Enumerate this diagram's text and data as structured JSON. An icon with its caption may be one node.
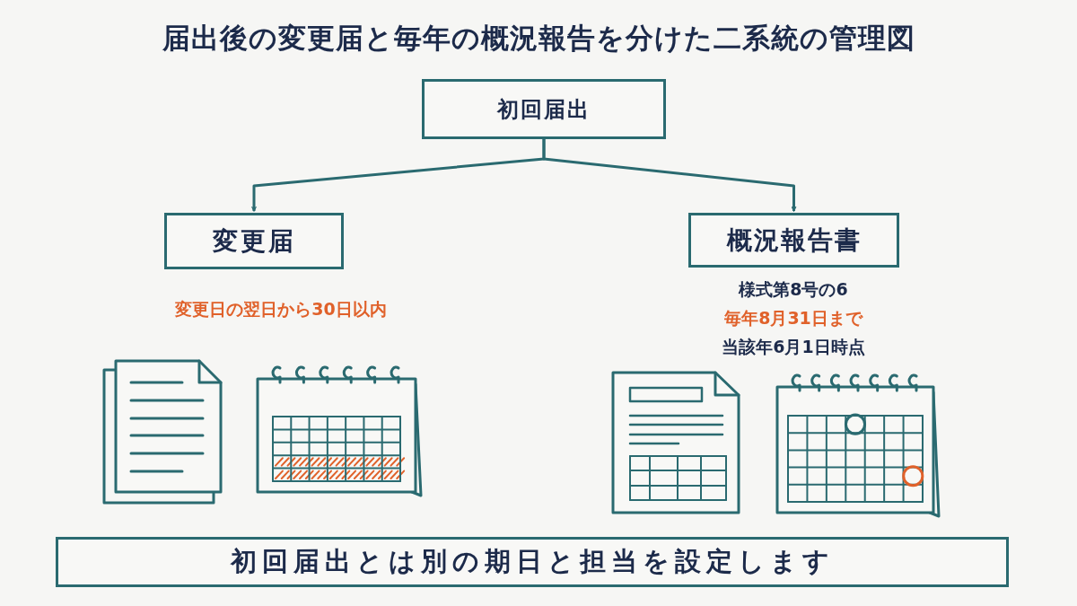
{
  "diagram": {
    "title": "届出後の変更届と毎年の概況報告を分けた二系統の管理図",
    "nodes": [
      {
        "text": [
          "初回届出"
        ]
      },
      {
        "text": [
          "変更届"
        ],
        "beside": [
          "変更日の翌日から30日以内"
        ]
      },
      {
        "text": [
          "概況報告書"
        ],
        "beside": [
          "様式第8号の6",
          "毎年8月31日まで",
          "当該年6月1日時点"
        ]
      },
      {
        "text": [
          "初回届出とは別の期日と担当を設定します"
        ]
      }
    ],
    "edges": [
      {
        "from": 0,
        "to": 1,
        "arrow": "to"
      },
      {
        "from": 0,
        "to": 2,
        "arrow": "to"
      }
    ]
  }
}
